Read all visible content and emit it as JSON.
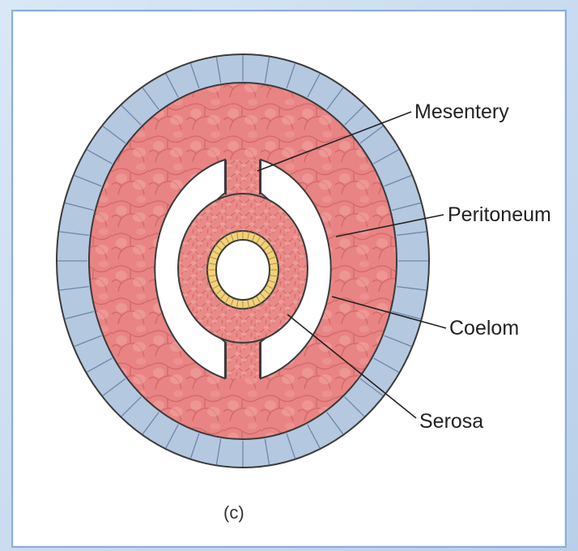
{
  "labels": {
    "mesentery": "Mesentery",
    "peritoneum": "Peritoneum",
    "coelom": "Coelom",
    "serosa": "Serosa"
  },
  "caption": "(c)",
  "colors": {
    "epidermis": "#b4c8e0",
    "muscle": "#e67f7f",
    "muscle_light": "#f0a09c",
    "cell_lines": "#d56d6d",
    "lumen_ring": "#f1d27a",
    "outline": "#3b3b3b",
    "coelom": "#ffffff"
  }
}
